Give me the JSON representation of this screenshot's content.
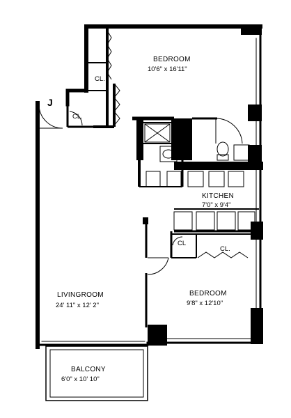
{
  "plan": {
    "rooms": [
      {
        "id": "bedroom1",
        "name": "BEDROOM",
        "dims": "10'6\" x 16'11\""
      },
      {
        "id": "kitchen",
        "name": "KITCHEN",
        "dims": "7'0\" x 9'4\""
      },
      {
        "id": "bedroom2",
        "name": "BEDROOM",
        "dims": "9'8\" x 12'10\""
      },
      {
        "id": "livingroom",
        "name": "LIVINGROOM",
        "dims": "24' 11\" x 12' 2\""
      },
      {
        "id": "balcony",
        "name": "BALCONY",
        "dims": "6'0\" x 10' 10\""
      }
    ],
    "closet_label": "CL.",
    "closet_label_plain": "CL",
    "entry_marker": "J"
  }
}
